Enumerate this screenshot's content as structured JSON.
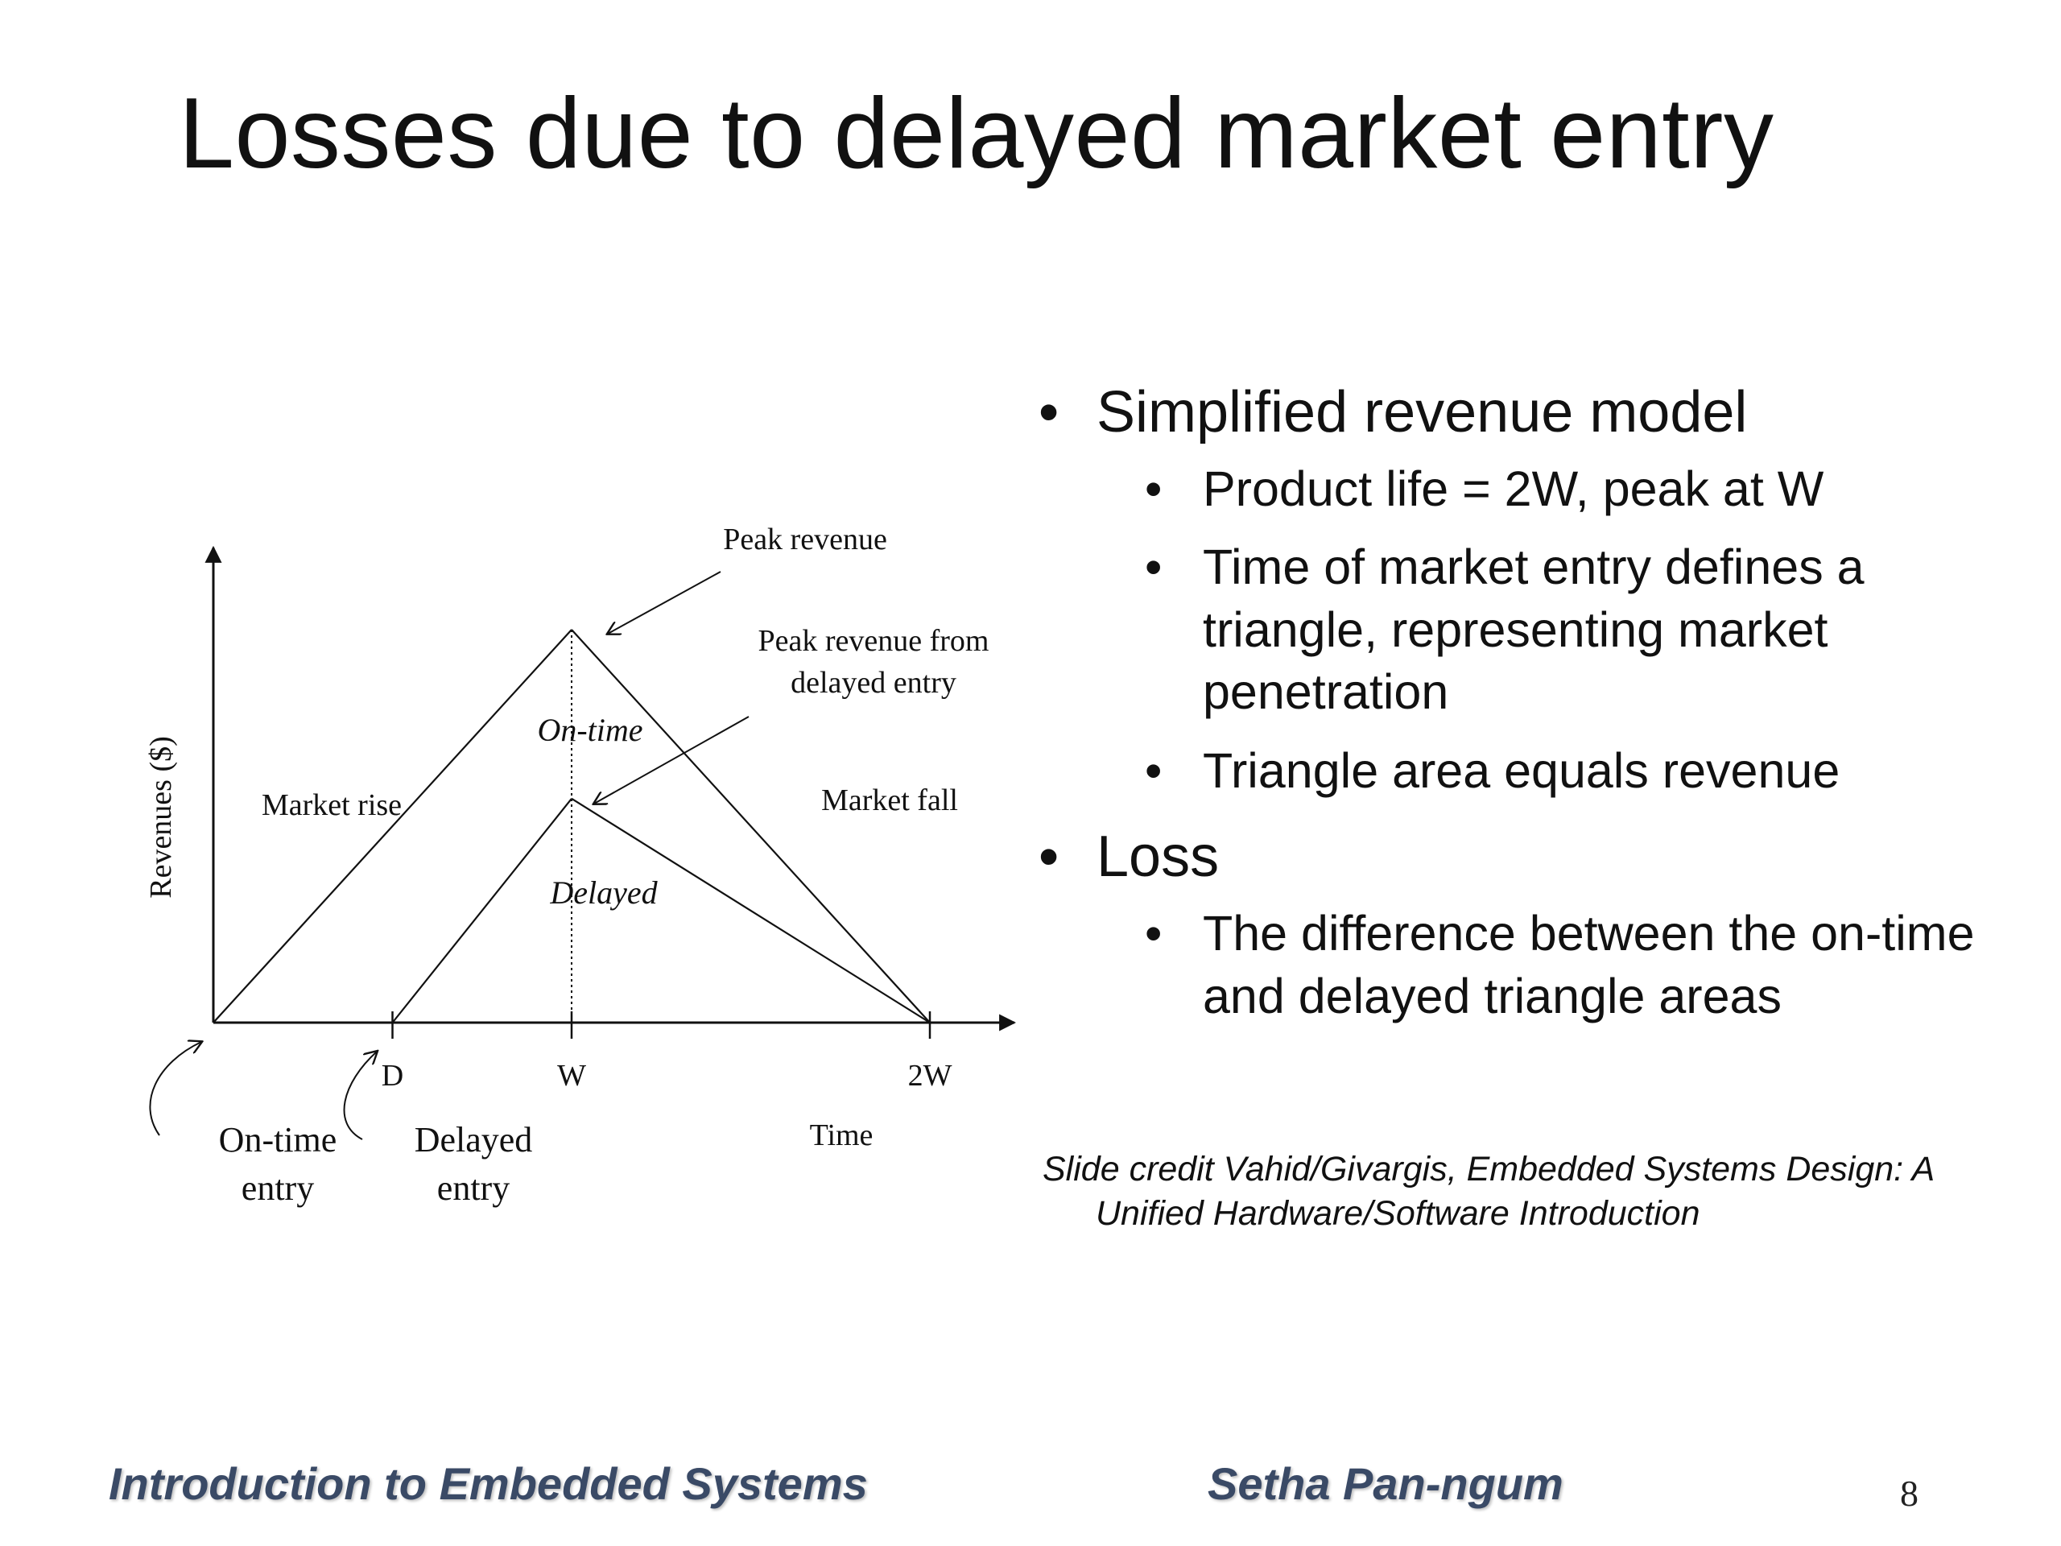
{
  "slide": {
    "title": "Losses due to delayed market entry",
    "page_number": "8"
  },
  "bullets": {
    "b1": {
      "text": "Simplified revenue model",
      "sub": [
        "Product life = 2W, peak at W",
        "Time of market entry defines a triangle, representing market penetration",
        "Triangle area equals revenue"
      ]
    },
    "b2": {
      "text": "Loss",
      "sub": [
        "The difference between the on-time and delayed triangle areas"
      ]
    }
  },
  "credit": "Slide credit Vahid/Givargis, Embedded Systems Design: A Unified Hardware/Software Introduction",
  "footer": {
    "course": "Introduction to Embedded Systems",
    "author": "Setha Pan-ngum"
  },
  "diagram": {
    "y_axis_label": "Revenues ($)",
    "x_axis_label": "Time",
    "ticks": {
      "d": "D",
      "w": "W",
      "two_w": "2W"
    },
    "labels": {
      "peak_revenue": "Peak revenue",
      "peak_delayed_line1": "Peak revenue from",
      "peak_delayed_line2": "delayed entry",
      "on_time": "On-time",
      "delayed": "Delayed",
      "market_rise": "Market rise",
      "market_fall": "Market fall",
      "on_time_entry_line1": "On-time",
      "on_time_entry_line2": "entry",
      "delayed_entry_line1": "Delayed",
      "delayed_entry_line2": "entry"
    },
    "model": {
      "peak_time_W": 1,
      "product_life_W": 2,
      "delay_D_in_W": 0.5,
      "on_time_peak": 1,
      "delayed_peak": 0.57
    }
  }
}
